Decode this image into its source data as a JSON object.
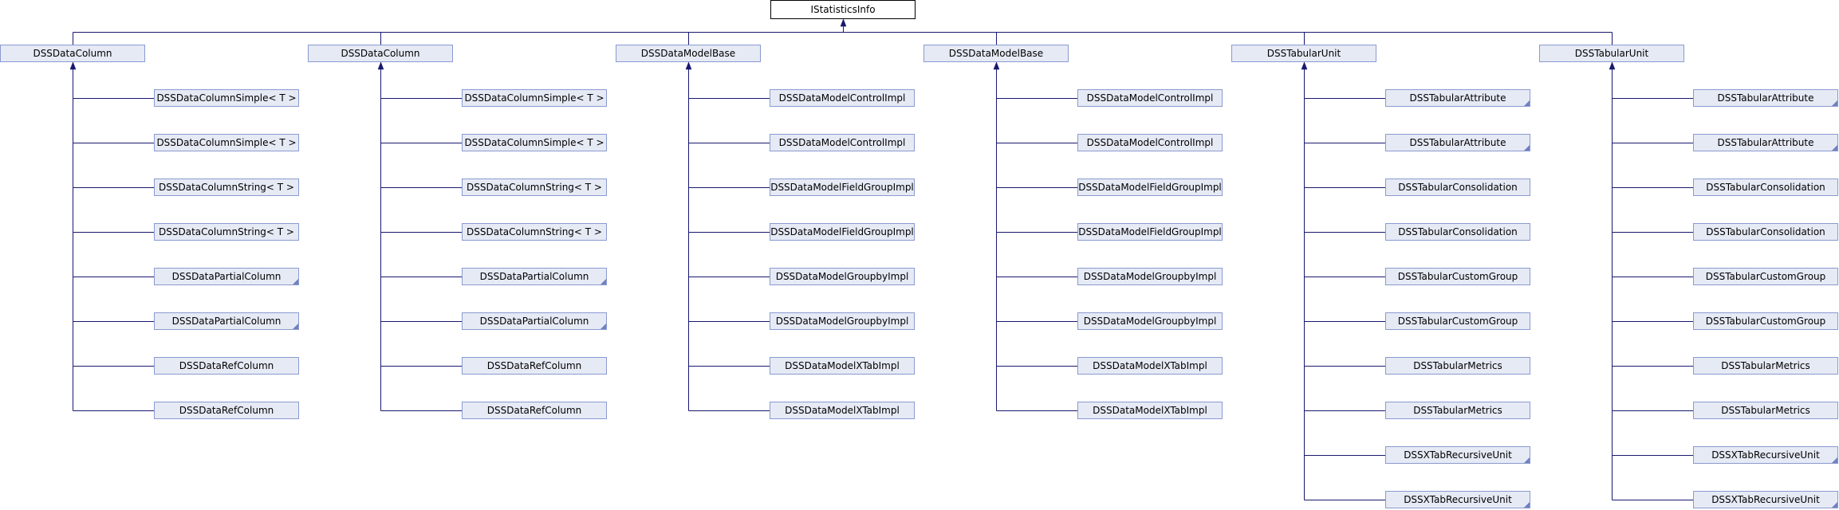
{
  "root": {
    "label": "IStatisticsInfo"
  },
  "colors": {
    "edge": "#191970",
    "node_fill": "#e6eaf5",
    "node_border": "#8a9ad0",
    "root_fill": "#ffffff"
  },
  "groups": [
    {
      "label": "DSSDataColumn",
      "children": [
        {
          "label": "DSSDataColumnSimple< T >",
          "folded": false
        },
        {
          "label": "DSSDataColumnSimple< T >",
          "folded": false
        },
        {
          "label": "DSSDataColumnString< T >",
          "folded": false
        },
        {
          "label": "DSSDataColumnString< T >",
          "folded": false
        },
        {
          "label": "DSSDataPartialColumn",
          "folded": true
        },
        {
          "label": "DSSDataPartialColumn",
          "folded": true
        },
        {
          "label": "DSSDataRefColumn",
          "folded": false
        },
        {
          "label": "DSSDataRefColumn",
          "folded": false
        }
      ]
    },
    {
      "label": "DSSDataColumn",
      "children": [
        {
          "label": "DSSDataColumnSimple< T >",
          "folded": false
        },
        {
          "label": "DSSDataColumnSimple< T >",
          "folded": false
        },
        {
          "label": "DSSDataColumnString< T >",
          "folded": false
        },
        {
          "label": "DSSDataColumnString< T >",
          "folded": false
        },
        {
          "label": "DSSDataPartialColumn",
          "folded": true
        },
        {
          "label": "DSSDataPartialColumn",
          "folded": true
        },
        {
          "label": "DSSDataRefColumn",
          "folded": false
        },
        {
          "label": "DSSDataRefColumn",
          "folded": false
        }
      ]
    },
    {
      "label": "DSSDataModelBase",
      "children": [
        {
          "label": "DSSDataModelControlImpl",
          "folded": false
        },
        {
          "label": "DSSDataModelControlImpl",
          "folded": false
        },
        {
          "label": "DSSDataModelFieldGroupImpl",
          "folded": false
        },
        {
          "label": "DSSDataModelFieldGroupImpl",
          "folded": false
        },
        {
          "label": "DSSDataModelGroupbyImpl",
          "folded": false
        },
        {
          "label": "DSSDataModelGroupbyImpl",
          "folded": false
        },
        {
          "label": "DSSDataModelXTabImpl",
          "folded": false
        },
        {
          "label": "DSSDataModelXTabImpl",
          "folded": false
        }
      ]
    },
    {
      "label": "DSSDataModelBase",
      "children": [
        {
          "label": "DSSDataModelControlImpl",
          "folded": false
        },
        {
          "label": "DSSDataModelControlImpl",
          "folded": false
        },
        {
          "label": "DSSDataModelFieldGroupImpl",
          "folded": false
        },
        {
          "label": "DSSDataModelFieldGroupImpl",
          "folded": false
        },
        {
          "label": "DSSDataModelGroupbyImpl",
          "folded": false
        },
        {
          "label": "DSSDataModelGroupbyImpl",
          "folded": false
        },
        {
          "label": "DSSDataModelXTabImpl",
          "folded": false
        },
        {
          "label": "DSSDataModelXTabImpl",
          "folded": false
        }
      ]
    },
    {
      "label": "DSSTabularUnit",
      "children": [
        {
          "label": "DSSTabularAttribute",
          "folded": true
        },
        {
          "label": "DSSTabularAttribute",
          "folded": true
        },
        {
          "label": "DSSTabularConsolidation",
          "folded": false
        },
        {
          "label": "DSSTabularConsolidation",
          "folded": false
        },
        {
          "label": "DSSTabularCustomGroup",
          "folded": false
        },
        {
          "label": "DSSTabularCustomGroup",
          "folded": false
        },
        {
          "label": "DSSTabularMetrics",
          "folded": false
        },
        {
          "label": "DSSTabularMetrics",
          "folded": false
        },
        {
          "label": "DSSXTabRecursiveUnit",
          "folded": true
        },
        {
          "label": "DSSXTabRecursiveUnit",
          "folded": true
        }
      ]
    },
    {
      "label": "DSSTabularUnit",
      "children": [
        {
          "label": "DSSTabularAttribute",
          "folded": true
        },
        {
          "label": "DSSTabularAttribute",
          "folded": true
        },
        {
          "label": "DSSTabularConsolidation",
          "folded": false
        },
        {
          "label": "DSSTabularConsolidation",
          "folded": false
        },
        {
          "label": "DSSTabularCustomGroup",
          "folded": false
        },
        {
          "label": "DSSTabularCustomGroup",
          "folded": false
        },
        {
          "label": "DSSTabularMetrics",
          "folded": false
        },
        {
          "label": "DSSTabularMetrics",
          "folded": false
        },
        {
          "label": "DSSXTabRecursiveUnit",
          "folded": true
        },
        {
          "label": "DSSXTabRecursiveUnit",
          "folded": true
        }
      ]
    }
  ]
}
